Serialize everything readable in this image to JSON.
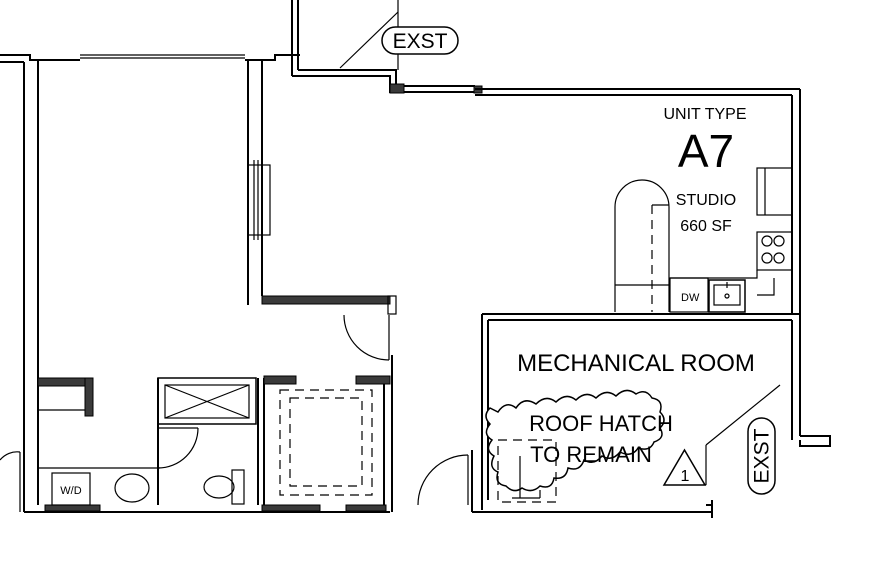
{
  "plan": {
    "unit_type_label": "UNIT TYPE",
    "unit_code": "A7",
    "unit_kind": "STUDIO",
    "unit_area": "660 SF",
    "mechanical_room_label": "MECHANICAL ROOM",
    "roof_hatch_line1": "ROOF HATCH",
    "roof_hatch_line2": "TO REMAIN",
    "exst_tag_top": "EXST",
    "exst_tag_right": "EXST",
    "wd_label": "W/D",
    "dw_label": "DW",
    "revision_number": "1"
  },
  "colors": {
    "line": "#000000",
    "wall_fill": "#3a3a3a",
    "background": "#ffffff"
  }
}
